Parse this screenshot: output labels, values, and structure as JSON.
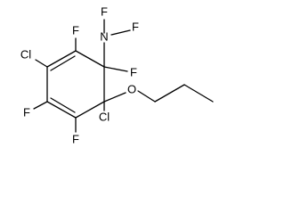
{
  "structure": {
    "atoms": {
      "n": "N",
      "f_n_left": "F",
      "f_n_right": "F",
      "f_top": "F",
      "cl_left": "Cl",
      "f_ring_right": "F",
      "f_left": "F",
      "o": "O",
      "cl_bottom": "Cl",
      "f_bottom": "F"
    }
  }
}
